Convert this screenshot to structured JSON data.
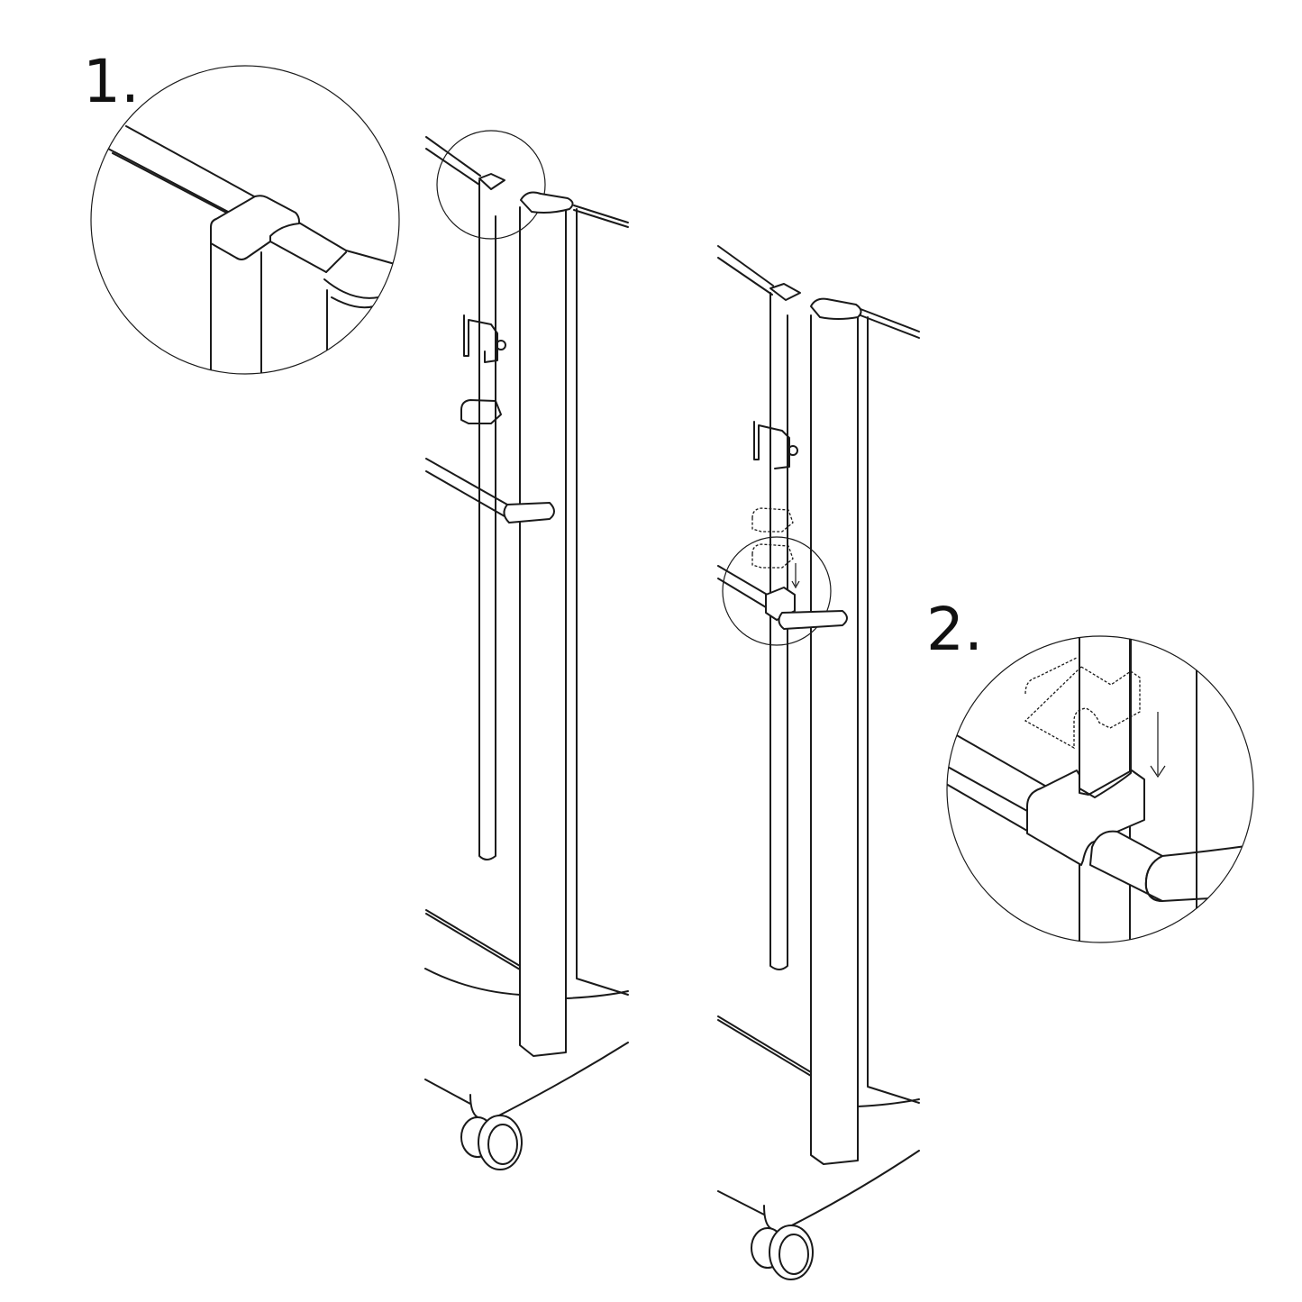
{
  "diagram": {
    "type": "assembly-instructions",
    "steps": [
      {
        "label": "1.",
        "description_visual": "Detail: top bracket clip placed over top rail next to post cap"
      },
      {
        "label": "2.",
        "description_visual": "Detail: U-hook clip slides down onto handle rail (arrow down)"
      }
    ],
    "colors": {
      "line": "#1a1a1a",
      "background": "#ffffff"
    }
  }
}
